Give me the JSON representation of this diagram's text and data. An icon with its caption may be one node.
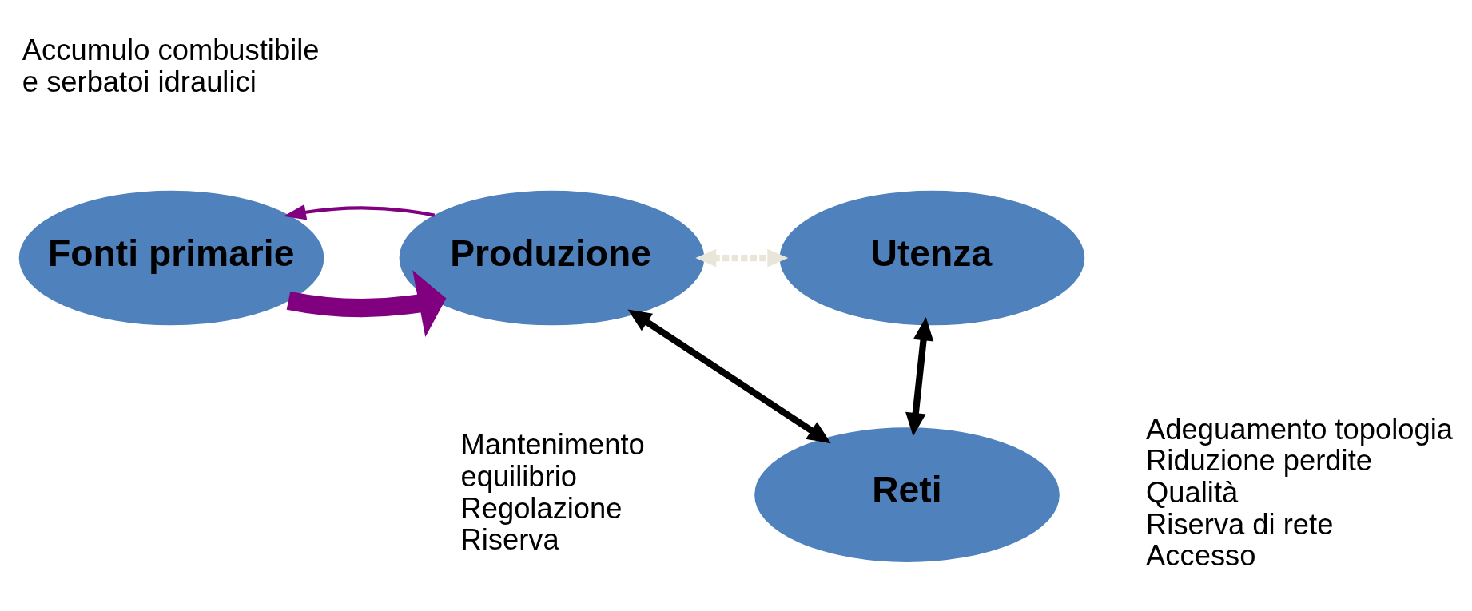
{
  "diagram": {
    "nodes": [
      {
        "text": [
          "Reti"
        ],
        "beside": [
          "Adeguamento topologia",
          "Riduzione perdite",
          "Qualità",
          "Riserva di rete",
          "Accesso"
        ]
      },
      {
        "text": [
          "Fonti primarie"
        ],
        "beside": [
          "Accumulo combustibile e serbatoi idraulici"
        ]
      },
      {
        "text": [
          "Produzione"
        ],
        "beside": [
          "Mantenimento equilibrio",
          "Regolazione",
          "Riserva"
        ]
      },
      {
        "text": [
          "Utenza"
        ]
      }
    ],
    "edges": [
      {
        "from": 2,
        "to": 0,
        "arrow": "both"
      },
      {
        "from": 0,
        "to": 3,
        "arrow": "both"
      },
      {
        "from": 1,
        "to": 2,
        "arrow": "to",
        "style": "thick",
        "color": "#800080"
      },
      {
        "from": 2,
        "to": 1,
        "arrow": "to",
        "color": "#800080"
      },
      {
        "from": 2,
        "to": 3,
        "arrow": "both",
        "style": "dashed",
        "color": "#e8e6d8"
      }
    ]
  }
}
